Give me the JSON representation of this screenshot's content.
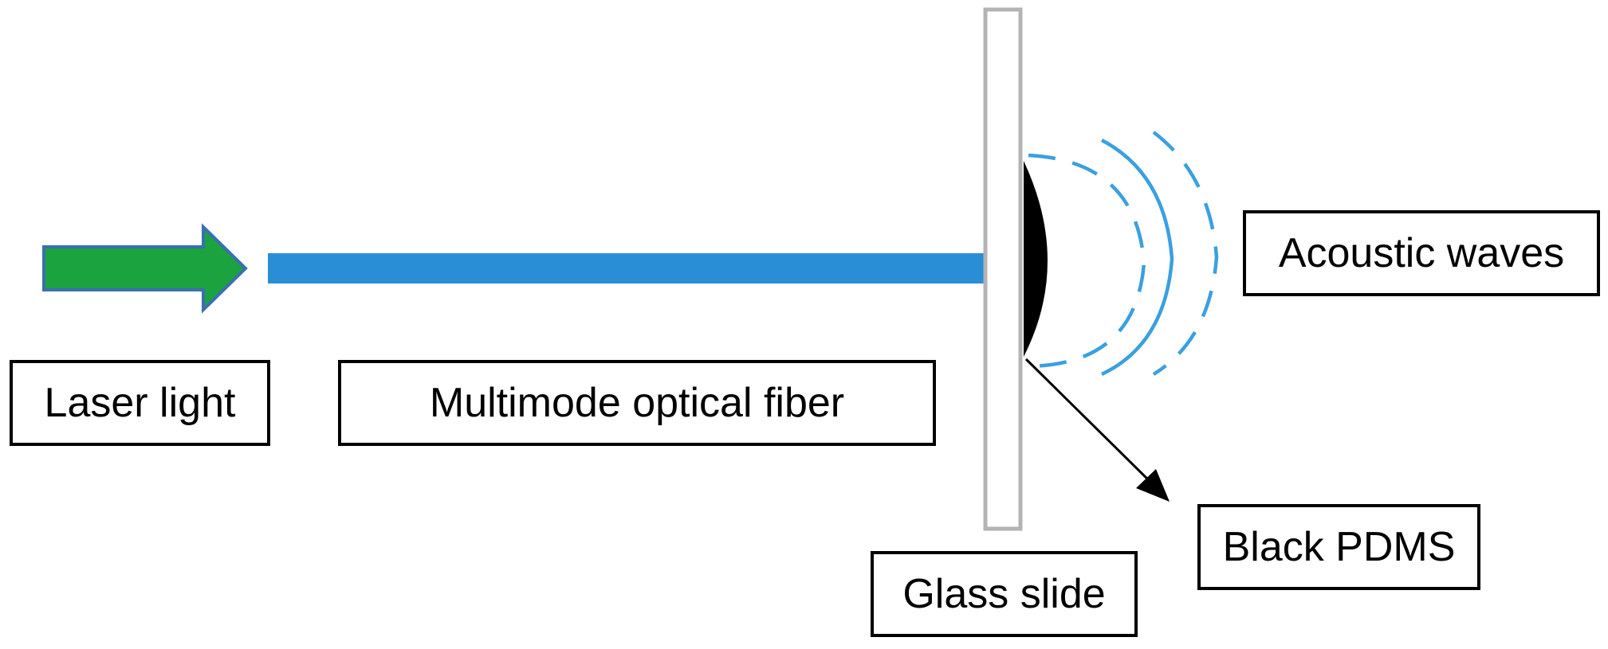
{
  "labels": {
    "laser_light": "Laser light",
    "fiber": "Multimode optical fiber",
    "glass_slide": "Glass slide",
    "black_pdms": "Black PDMS",
    "acoustic_waves": "Acoustic waves"
  },
  "colors": {
    "laser_arrow_fill": "#1aa33f",
    "laser_arrow_stroke": "#3a6fb0",
    "fiber": "#2a8ed6",
    "glass_slide_border": "#b3b3b3",
    "pdms": "#000000",
    "acoustic_wave": "#3aa0e0"
  }
}
